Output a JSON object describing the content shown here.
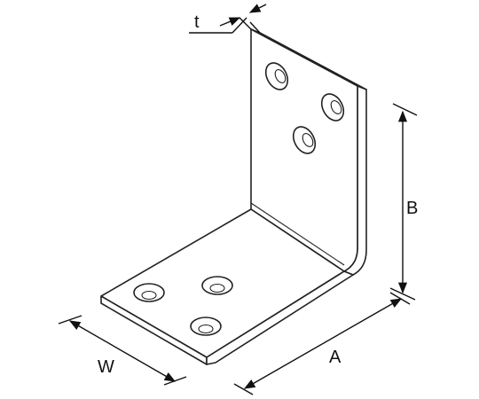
{
  "labels": {
    "t": "t",
    "b": "B",
    "a": "A",
    "w": "W"
  },
  "colors": {
    "line": "#222222",
    "background": "#ffffff"
  }
}
